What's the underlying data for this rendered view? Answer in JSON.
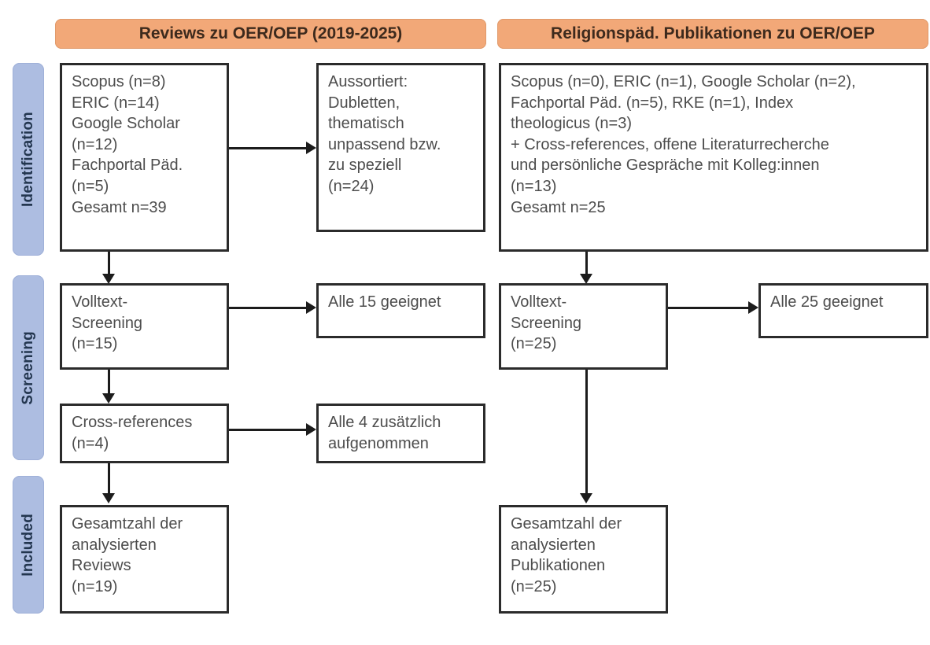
{
  "stages": [
    {
      "label": "Identification"
    },
    {
      "label": "Screening"
    },
    {
      "label": "Included"
    }
  ],
  "columns": [
    {
      "header": "Reviews zu OER/OEP (2019-2025)"
    },
    {
      "header": "Religionspäd. Publikationen zu OER/OEP"
    }
  ],
  "colors": {
    "header_orange": "#f2a878",
    "stage_blue": "#adbde1",
    "box_border": "#2b2b2b",
    "text_grey": "#4d4d4d",
    "connector": "#1c1c1c"
  },
  "boxes": {
    "left_sources": {
      "lines": [
        "Scopus (n=8)",
        "ERIC (n=14)",
        "Google Scholar",
        "(n=12)",
        "Fachportal Päd.",
        "(n=5)",
        "Gesamt n=39"
      ]
    },
    "left_excluded": {
      "lines": [
        "Aussortiert:",
        "Dubletten,",
        "thematisch",
        "unpassend bzw.",
        "zu speziell",
        "(n=24)"
      ]
    },
    "left_screening": {
      "lines": [
        "Volltext-",
        "Screening",
        "(n=15)"
      ]
    },
    "left_screening_result": {
      "lines": [
        "Alle 15 geeignet"
      ]
    },
    "left_crossrefs": {
      "lines": [
        "Cross-references",
        "(n=4)"
      ]
    },
    "left_crossrefs_result": {
      "lines": [
        "Alle 4 zusätzlich",
        "aufgenommen"
      ]
    },
    "left_included": {
      "lines": [
        "Gesamtzahl der",
        "analysierten",
        "Reviews",
        "(n=19)"
      ]
    },
    "right_sources": {
      "lines": [
        "Scopus (n=0), ERIC (n=1), Google Scholar (n=2),",
        "Fachportal Päd. (n=5), RKE (n=1), Index",
        "theologicus (n=3)",
        "+ Cross-references, offene Literaturrecherche",
        "und persönliche Gespräche mit Kolleg:innen",
        "(n=13)",
        "Gesamt n=25"
      ]
    },
    "right_screening": {
      "lines": [
        "Volltext-",
        "Screening",
        "(n=25)"
      ]
    },
    "right_screening_result": {
      "lines": [
        "Alle 25 geeignet"
      ]
    },
    "right_included": {
      "lines": [
        "Gesamtzahl der",
        "analysierten",
        "Publikationen",
        "(n=25)"
      ]
    }
  }
}
